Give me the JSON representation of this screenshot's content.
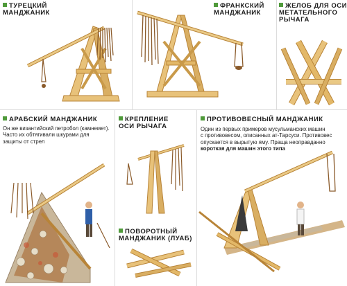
{
  "panels": {
    "turkish": {
      "title_line1": "ТУРЕЦКИЙ",
      "title_line2": "МАНДЖАНИК"
    },
    "frankish": {
      "title_line1": "ФРАНКСКИЙ",
      "title_line2": "МАНДЖАНИК"
    },
    "trough": {
      "title_line1": "ЖЕЛОБ ДЛЯ ОСИ",
      "title_line2": "МЕТАТЕЛЬНОГО",
      "title_line3": "РЫЧАГА"
    },
    "arabic": {
      "title": "АРАБСКИЙ МАНДЖАНИК",
      "desc_line1": "Он же византийский петробол (камнемет).",
      "desc_line2": "Часто их обтягивали шкурами для",
      "desc_line3": "защиты от стрел"
    },
    "mount": {
      "title_line1": "КРЕПЛЕНИЕ",
      "title_line2": "ОСИ РЫЧАГА"
    },
    "rotary": {
      "title_line1": "ПОВОРОТНЫЙ",
      "title_line2": "МАНДЖАНИК (ЛУАБ)"
    },
    "counterweight": {
      "title": "ПРОТИВОВЕСНЫЙ МАНДЖАНИК",
      "desc_line1": "Один из первых примеров мусульманских машин",
      "desc_line2": "с противовесом, описанных ат-Тарсуси. Противовес",
      "desc_line3": "опускается в вырытую яму. Праща неоправданно",
      "desc_line4": "короткая для машин этого типа"
    }
  },
  "colors": {
    "accent_square": "#4f9a3a",
    "wood_light": "#e8c27a",
    "wood_dark": "#b88438",
    "rope": "#8a5a2a",
    "hide": "#b07a4a",
    "rubble": "#c9b79a"
  }
}
